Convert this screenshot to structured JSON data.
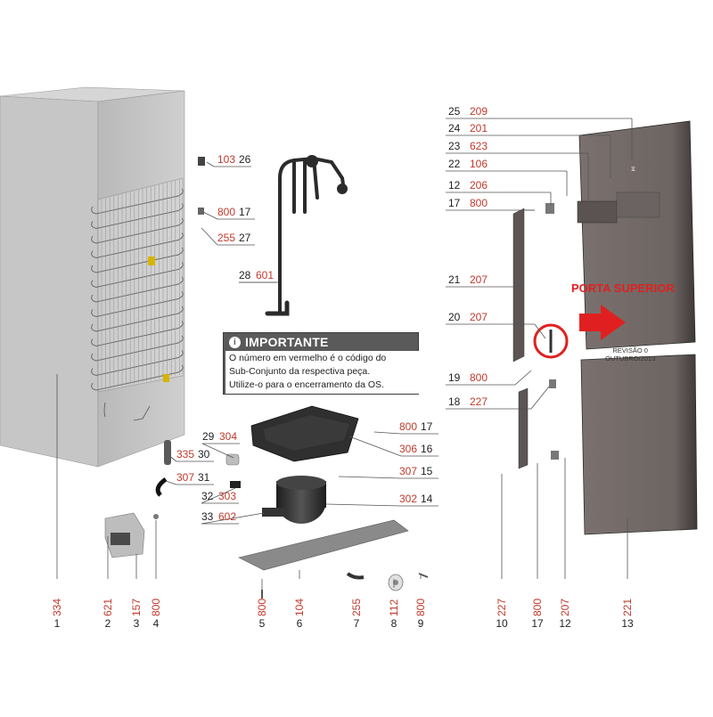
{
  "notice": {
    "icon": "info-icon",
    "title": "IMPORTANTE",
    "lines": [
      "O número em vermelho é o código do",
      "Sub-Conjunto da respectiva peça.",
      "Utilize-o para o encerramento da OS."
    ]
  },
  "door_label": "PORTA SUPERIOR",
  "revision": {
    "line1": "REVISÃO 0",
    "line2": "OUTUBRO/2013"
  },
  "colors": {
    "code_red": "#c0392b",
    "arrow_red": "#e02020",
    "panel_gray": "#5a5a5a",
    "door_gray": "#6f6764",
    "cabinet_gray": "#c4c4c4"
  },
  "callouts_right": [
    {
      "num": "25",
      "code": "209"
    },
    {
      "num": "24",
      "code": "201"
    },
    {
      "num": "23",
      "code": "623"
    },
    {
      "num": "22",
      "code": "106"
    },
    {
      "num": "12",
      "code": "206"
    },
    {
      "num": "17",
      "code": "800"
    },
    {
      "num": "21",
      "code": "207"
    },
    {
      "num": "20",
      "code": "207"
    },
    {
      "num": "19",
      "code": "800"
    },
    {
      "num": "18",
      "code": "227"
    }
  ],
  "callouts_mid": [
    {
      "code": "103",
      "num": "26"
    },
    {
      "code": "800",
      "num": "17"
    },
    {
      "code": "255",
      "num": "27"
    },
    {
      "num": "28",
      "code": "601"
    },
    {
      "code": "800",
      "num": "17"
    },
    {
      "code": "306",
      "num": "16"
    },
    {
      "code": "307",
      "num": "15"
    },
    {
      "code": "302",
      "num": "14"
    },
    {
      "num": "29",
      "code": "304"
    },
    {
      "code": "335",
      "num": "30"
    },
    {
      "code": "307",
      "num": "31"
    },
    {
      "num": "32",
      "code": "303"
    },
    {
      "num": "33",
      "code": "602"
    }
  ],
  "callouts_bottom": [
    {
      "num": "1",
      "code": "334"
    },
    {
      "num": "2",
      "code": "621"
    },
    {
      "num": "3",
      "code": "157"
    },
    {
      "num": "4",
      "code": "800"
    },
    {
      "num": "5",
      "code": "800"
    },
    {
      "num": "6",
      "code": "104"
    },
    {
      "num": "7",
      "code": "255"
    },
    {
      "num": "8",
      "code": "112"
    },
    {
      "num": "9",
      "code": "800"
    },
    {
      "num": "10",
      "code": "227"
    },
    {
      "num": "17",
      "code": "800"
    },
    {
      "num": "12",
      "code": "207"
    },
    {
      "num": "13",
      "code": "221"
    }
  ]
}
